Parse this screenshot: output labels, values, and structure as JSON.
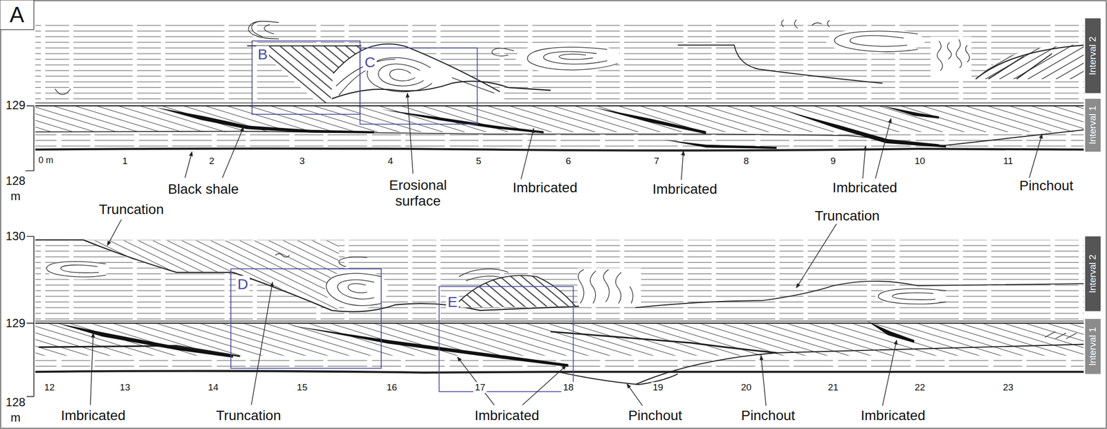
{
  "diagram": {
    "labels": [
      "A",
      "B",
      "C",
      "Interval 2",
      "129",
      "Interval 1",
      "0 m",
      "1",
      "2",
      "3",
      "4",
      "5",
      "6",
      "7",
      "8",
      "9",
      "10",
      "11",
      "128",
      "m",
      "Black shale",
      "Erosional surface",
      "Imbricated",
      "Imbricated",
      "Imbricated",
      "Pinchout",
      "Truncation",
      "130",
      "Interval 2",
      "Truncation",
      "D",
      "E",
      "129",
      "Interval 1",
      "12",
      "13",
      "14",
      "15",
      "16",
      "17",
      "18",
      "19",
      "20",
      "21",
      "22",
      "23",
      "128",
      "m",
      "Imbricated",
      "Truncation",
      "Imbricated",
      "Pinchout",
      "Pinchout",
      "Imbricated"
    ]
  }
}
